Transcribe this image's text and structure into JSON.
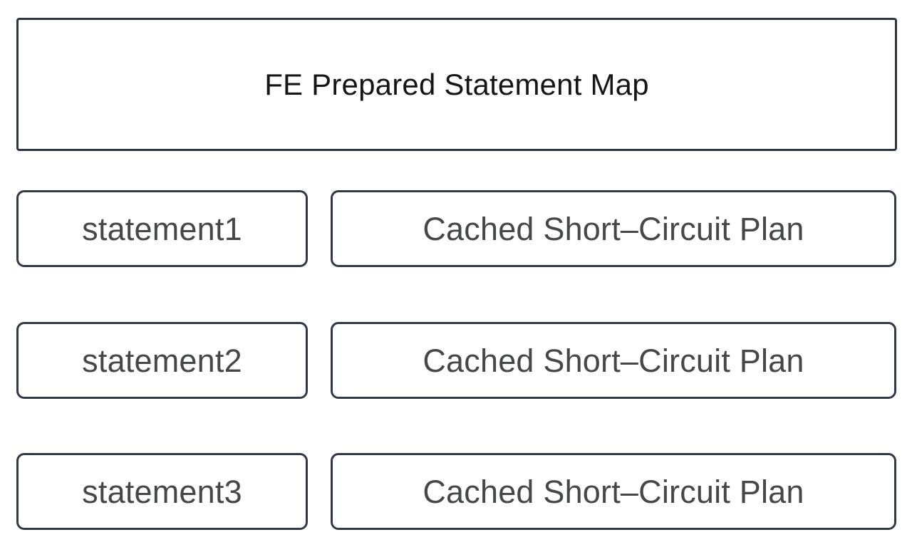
{
  "diagram": {
    "title": "FE Prepared Statement Map",
    "rows": [
      {
        "statement": "statement1",
        "plan": "Cached Short–Circuit Plan"
      },
      {
        "statement": "statement2",
        "plan": "Cached Short–Circuit Plan"
      },
      {
        "statement": "statement3",
        "plan": "Cached Short–Circuit Plan"
      }
    ],
    "colors": {
      "background": "#ffffff",
      "box_border": "#2d3540",
      "rounded_box_border": "#323a45",
      "title_text": "#161616",
      "node_text": "#454749"
    }
  }
}
